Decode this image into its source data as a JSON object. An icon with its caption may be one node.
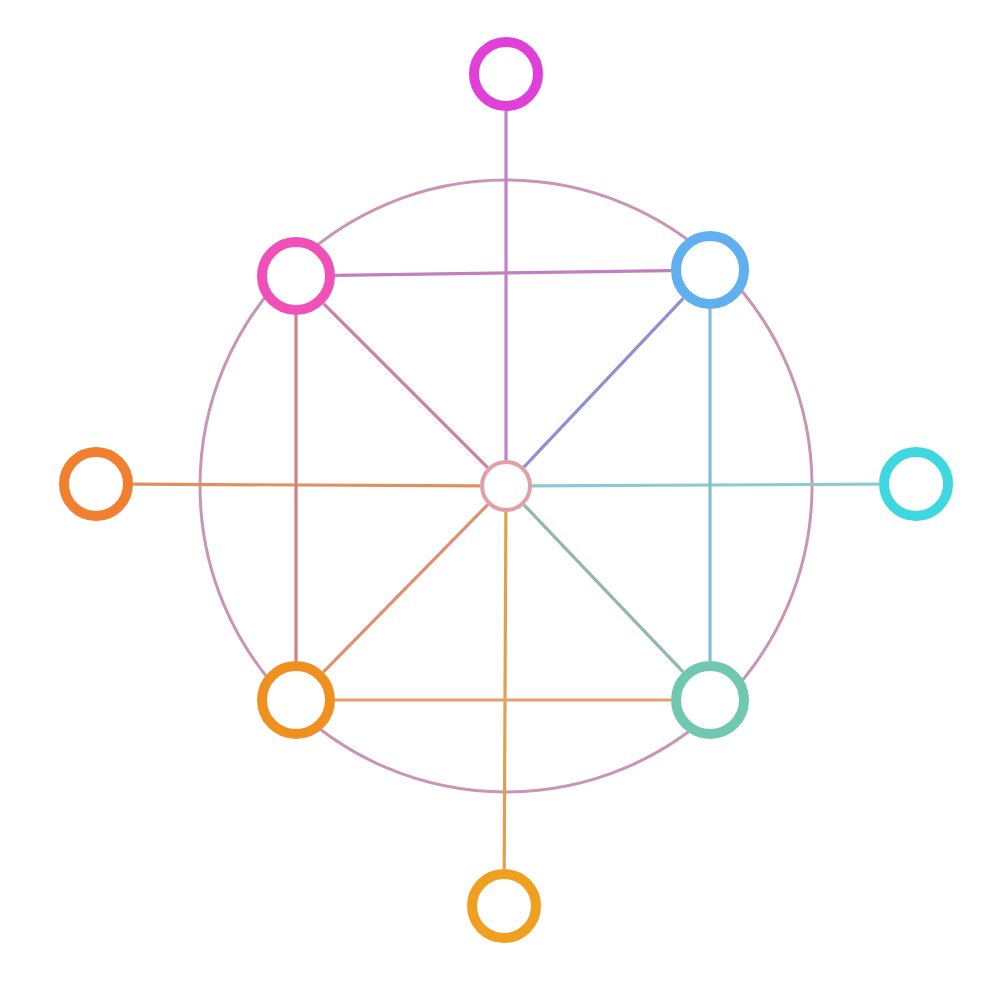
{
  "diagram": {
    "nodes": [
      {
        "text": [],
        "shape": "circle"
      },
      {
        "text": [],
        "shape": "circle"
      },
      {
        "text": [],
        "shape": "circle"
      },
      {
        "text": [],
        "shape": "circle"
      },
      {
        "text": [],
        "shape": "circle"
      },
      {
        "text": [],
        "shape": "circle"
      },
      {
        "text": [],
        "shape": "circle"
      },
      {
        "text": [],
        "shape": "circle"
      },
      {
        "text": [],
        "shape": "circle"
      }
    ],
    "edges": [
      {
        "from": 0,
        "to": 4,
        "arrow": "none",
        "color": "#c080d0"
      },
      {
        "from": 4,
        "to": 8,
        "arrow": "none",
        "color": "#e0a050"
      },
      {
        "from": 3,
        "to": 4,
        "arrow": "none",
        "color": "#e09060"
      },
      {
        "from": 4,
        "to": 5,
        "arrow": "none",
        "color": "#90c8d0"
      },
      {
        "from": 4,
        "to": 1,
        "arrow": "none",
        "color": "#d080a0"
      },
      {
        "from": 4,
        "to": 2,
        "arrow": "none",
        "color": "#9090d0"
      },
      {
        "from": 4,
        "to": 6,
        "arrow": "none",
        "color": "#e09070"
      },
      {
        "from": 4,
        "to": 7,
        "arrow": "none",
        "color": "#90b8b0"
      },
      {
        "from": 1,
        "to": 2,
        "arrow": "none",
        "color": "#c080c0"
      },
      {
        "from": 1,
        "to": 6,
        "arrow": "none",
        "color": "#d08080"
      },
      {
        "from": 2,
        "to": 7,
        "arrow": "none",
        "color": "#80c0d0"
      },
      {
        "from": 6,
        "to": 7,
        "arrow": "none",
        "color": "#e0a070"
      }
    ]
  }
}
